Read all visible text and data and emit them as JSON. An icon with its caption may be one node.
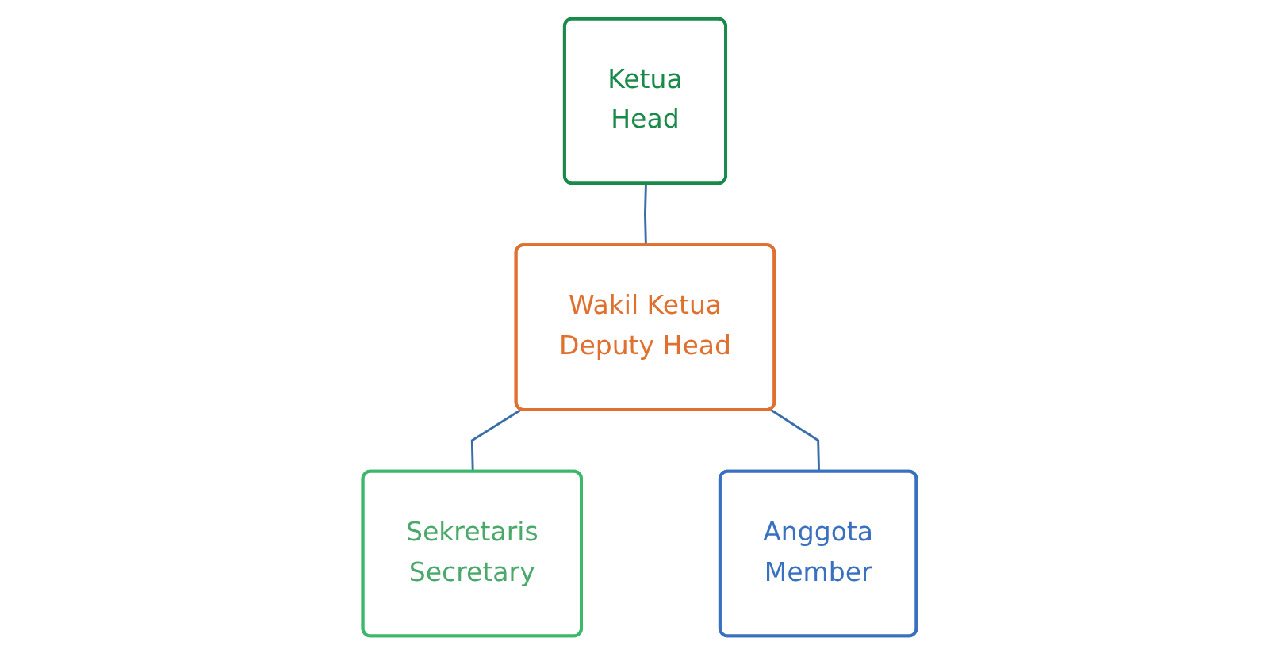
{
  "diagram": {
    "nodes": [
      {
        "text": [
          "Ketua",
          "Head"
        ]
      },
      {
        "text": [
          "Wakil Ketua",
          "Deputy Head"
        ]
      },
      {
        "text": [
          "Sekretaris",
          "Secretary"
        ]
      },
      {
        "text": [
          "Anggota",
          "Member"
        ]
      }
    ],
    "edges": [
      {
        "from": 0,
        "to": 1,
        "arrow": "none"
      },
      {
        "from": 1,
        "to": 2,
        "arrow": "none"
      },
      {
        "from": 1,
        "to": 3,
        "arrow": "none"
      }
    ]
  }
}
